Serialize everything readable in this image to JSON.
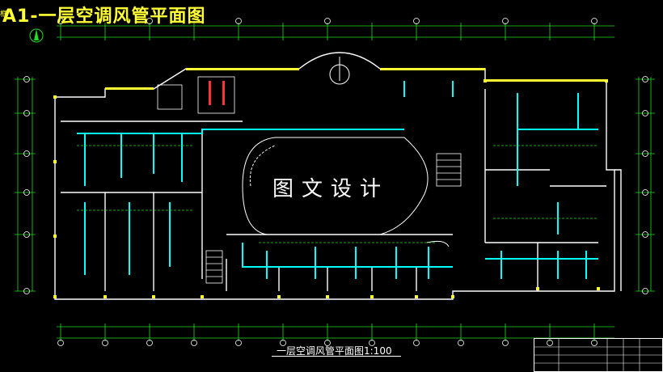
{
  "title": "A1-一层空调风管平面图",
  "frame_mark": "框",
  "watermark": "图文设计",
  "plan_caption": "一层空调风管平面图1:100",
  "colors": {
    "background": "#000000",
    "title": "#ffff33",
    "wall": "#ffffff",
    "duct": "#00ffff",
    "dimension": "#00ff00",
    "column": "#ffff00",
    "accent": "#ff3333"
  }
}
